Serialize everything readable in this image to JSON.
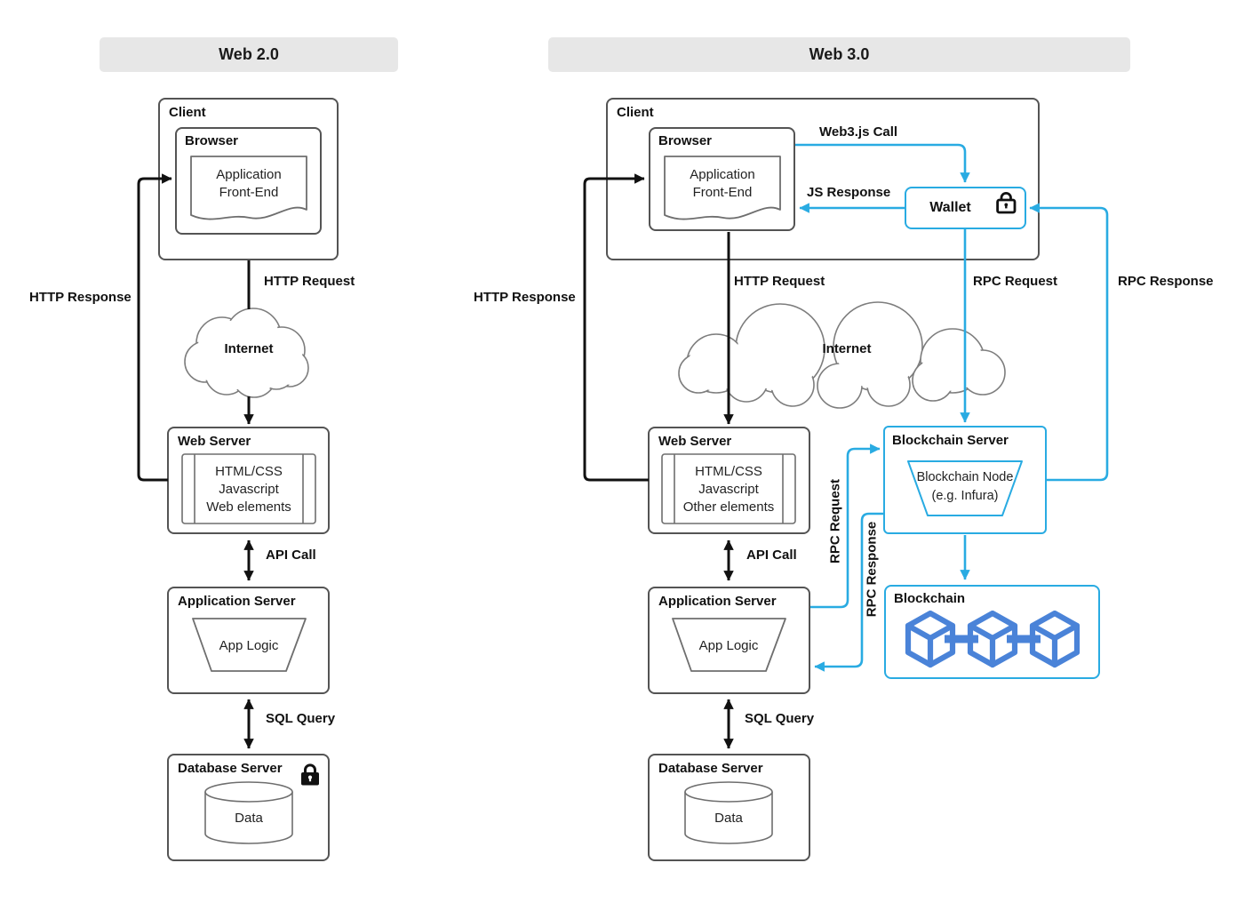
{
  "colors": {
    "accent_blue": "#29abe2",
    "cube_blue": "#4a83d8",
    "line_black": "#111111",
    "box_border_gray": "#545454",
    "header_bg": "#e7e7e7"
  },
  "icons": {
    "database_lock": "lock-icon",
    "wallet_lock": "lock-icon",
    "blockchain": "cube-chain-icon",
    "internet": "cloud-shape"
  },
  "web2": {
    "header": "Web 2.0",
    "client": "Client",
    "browser": "Browser",
    "frontend": "Application\nFront-End",
    "internet": "Internet",
    "web_server": "Web Server",
    "web_server_content": "HTML/CSS\nJavascript\nWeb elements",
    "app_server": "Application Server",
    "app_logic": "App Logic",
    "db_server": "Database Server",
    "db_data": "Data",
    "edges": {
      "http_response": "HTTP Response",
      "http_request": "HTTP Request",
      "api_call": "API Call",
      "sql_query": "SQL Query"
    }
  },
  "web3": {
    "header": "Web 3.0",
    "client": "Client",
    "browser": "Browser",
    "frontend": "Application\nFront-End",
    "wallet": "Wallet",
    "internet": "Internet",
    "web_server": "Web Server",
    "web_server_content": "HTML/CSS\nJavascript\nOther elements",
    "app_server": "Application Server",
    "app_logic": "App Logic",
    "db_server": "Database Server",
    "db_data": "Data",
    "blockchain_server": "Blockchain Server",
    "blockchain_node": "Blockchain Node\n(e.g. Infura)",
    "blockchain": "Blockchain",
    "edges": {
      "web3js_call": "Web3.js Call",
      "js_response": "JS Response",
      "http_response": "HTTP Response",
      "http_request": "HTTP Request",
      "api_call": "API Call",
      "sql_query": "SQL Query",
      "rpc_request_wallet": "RPC Request",
      "rpc_response_wallet": "RPC Response",
      "rpc_request_app": "RPC Request",
      "rpc_response_app": "RPC Response"
    }
  }
}
